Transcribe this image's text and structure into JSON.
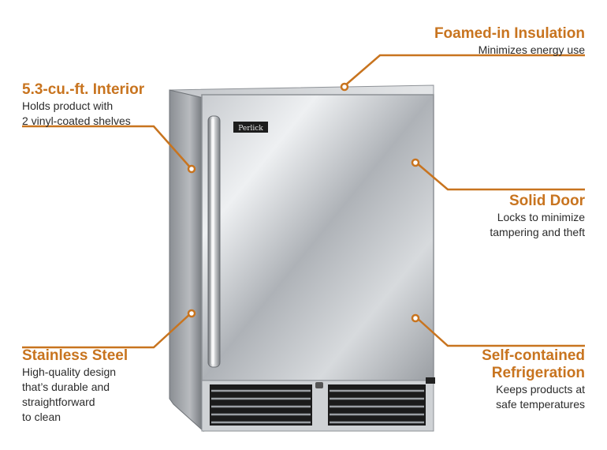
{
  "brand": {
    "logo_text": "Perlick"
  },
  "colors": {
    "accent": "#c8741f",
    "text": "#2b2b2b",
    "steel_light": "#e6e8ea",
    "steel_dark": "#7d8186",
    "vent_black": "#1a1a1a"
  },
  "callouts": {
    "insulation": {
      "title": "Foamed-in Insulation",
      "desc": [
        "Minimizes energy use"
      ]
    },
    "interior": {
      "title": "5.3-cu.-ft. Interior",
      "desc": [
        "Holds product with",
        "2 vinyl-coated shelves"
      ]
    },
    "door": {
      "title": "Solid Door",
      "desc": [
        "Locks to minimize",
        "tampering and theft"
      ]
    },
    "steel": {
      "title": "Stainless Steel",
      "desc": [
        "High-quality design",
        "that’s durable and",
        "straightforward",
        "to clean"
      ]
    },
    "refrigeration": {
      "title": [
        "Self-contained",
        "Refrigeration"
      ],
      "desc": [
        "Keeps products at",
        "safe temperatures"
      ]
    }
  }
}
